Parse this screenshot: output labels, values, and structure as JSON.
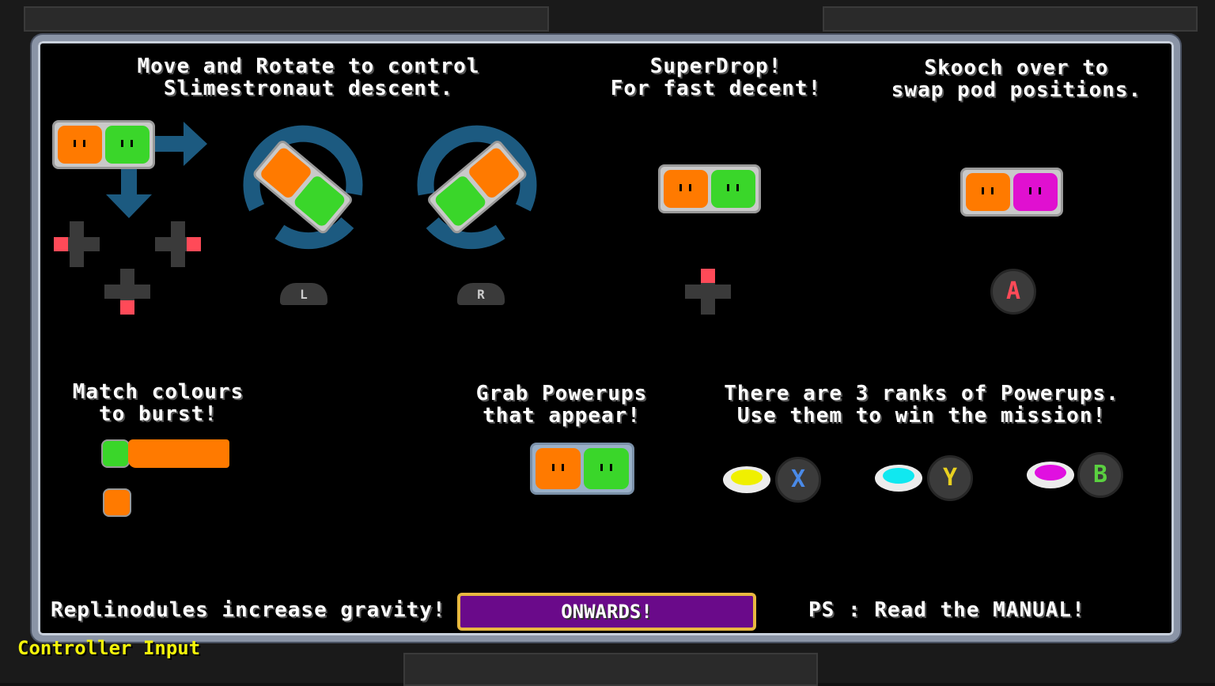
{
  "instructions": {
    "move_rotate": [
      "Move and Rotate to control",
      "Slimestronaut descent."
    ],
    "superdrop": [
      "SuperDrop!",
      "For fast decent!"
    ],
    "skooch": [
      "Skooch over to",
      "swap pod positions."
    ],
    "match": [
      "Match colours",
      "to burst!"
    ],
    "grab": [
      "Grab Powerups",
      "that appear!"
    ],
    "ranks": [
      "There are 3 ranks of Powerups.",
      "Use them to win the mission!"
    ],
    "replinodules": "Replinodules increase gravity!",
    "ps": "PS : Read the MANUAL!"
  },
  "buttons": {
    "shoulder_left": "L",
    "shoulder_right": "R",
    "face_a": "A",
    "face_x": "X",
    "face_y": "Y",
    "face_b": "B",
    "onwards": "ONWARDS!"
  },
  "status_bar": {
    "input_mode": "Controller Input"
  },
  "colors": {
    "orange": "#ff7a00",
    "green": "#3ad62a",
    "magenta": "#e010d0",
    "ring_blue": "#1c5a80",
    "x_blue": "#4a8ae8",
    "y_yellow": "#e8d020",
    "b_green": "#5ad040",
    "a_red": "#ff4a58",
    "gem_yellow": "#f0f000",
    "gem_cyan": "#10e8f0",
    "gem_magenta": "#e010e0",
    "onwards_purple": "#6a0a8a",
    "status_yellow": "#f4f40a"
  },
  "icons": {
    "arrow_right": "arrow-right-icon",
    "arrow_down": "arrow-down-icon",
    "dpad": "dpad-icon",
    "rotate_ccw": "rotate-ccw-icon",
    "rotate_cw": "rotate-cw-icon",
    "powerup_gem": "gem-icon"
  }
}
